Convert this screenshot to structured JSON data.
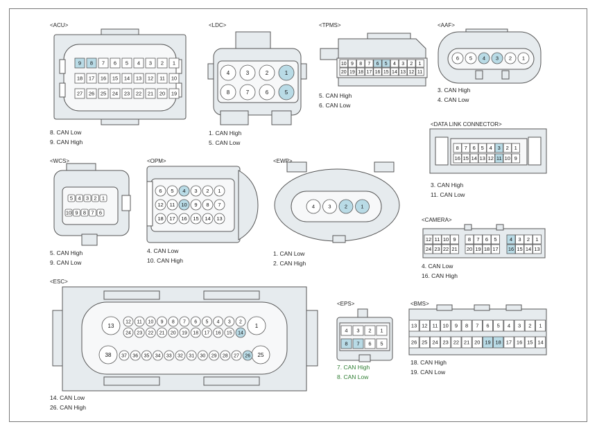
{
  "colors": {
    "highlight": "#b9dbe6",
    "body": "#e6ebee",
    "stroke": "#555555",
    "green_note": "#2e7d32"
  },
  "connectors": {
    "acu": {
      "title": "<ACU>",
      "notes": [
        "8. CAN Low",
        "9. CAN High"
      ],
      "rows": [
        [
          "9",
          "8",
          "7",
          "6",
          "5",
          "4",
          "3",
          "2",
          "1"
        ],
        [
          "18",
          "17",
          "16",
          "15",
          "14",
          "13",
          "12",
          "11",
          "10"
        ],
        [
          "27",
          "26",
          "25",
          "24",
          "23",
          "22",
          "21",
          "20",
          "19"
        ]
      ],
      "highlight": [
        "9",
        "8"
      ]
    },
    "ldc": {
      "title": "<LDC>",
      "notes": [
        "1. CAN High",
        "5. CAN Low"
      ],
      "rows": [
        [
          "4",
          "3",
          "2",
          "1"
        ],
        [
          "8",
          "7",
          "6",
          "5"
        ]
      ],
      "highlight": [
        "1",
        "5"
      ]
    },
    "tpms": {
      "title": "<TPMS>",
      "notes": [
        "5. CAN High",
        "6. CAN Low"
      ],
      "rows": [
        [
          "10",
          "9",
          "8",
          "7",
          "6",
          "5",
          "4",
          "3",
          "2",
          "1"
        ],
        [
          "20",
          "19",
          "18",
          "17",
          "16",
          "15",
          "14",
          "13",
          "12",
          "11"
        ]
      ],
      "highlight": [
        "6",
        "5"
      ]
    },
    "aaf": {
      "title": "<AAF>",
      "notes": [
        "3. CAN High",
        "4. CAN Low"
      ],
      "rows": [
        [
          "6",
          "5",
          "4",
          "3",
          "2",
          "1"
        ]
      ],
      "highlight": [
        "4",
        "3"
      ]
    },
    "dlc": {
      "title": "<DATA LINK CONNECTOR>",
      "notes": [
        "3. CAN High",
        "11. CAN Low"
      ],
      "rows": [
        [
          "8",
          "7",
          "6",
          "5",
          "4",
          "3",
          "2",
          "1"
        ],
        [
          "16",
          "15",
          "14",
          "13",
          "12",
          "11",
          "10",
          "9"
        ]
      ],
      "highlight": [
        "3",
        "11"
      ]
    },
    "wcs": {
      "title": "<WCS>",
      "notes": [
        "5. CAN High",
        "9. CAN Low"
      ],
      "rows": [
        [
          "5",
          "4",
          "3",
          "2",
          "1"
        ],
        [
          "10",
          "9",
          "8",
          "7",
          "6"
        ]
      ],
      "highlight": []
    },
    "opm": {
      "title": "<OPM>",
      "notes": [
        "4. CAN Low",
        "10. CAN High"
      ],
      "rows": [
        [
          "6",
          "5",
          "4",
          "3",
          "2",
          "1"
        ],
        [
          "12",
          "11",
          "10",
          "9",
          "8",
          "7"
        ],
        [
          "18",
          "17",
          "16",
          "15",
          "14",
          "13"
        ]
      ],
      "highlight": [
        "4",
        "10"
      ]
    },
    "ewp": {
      "title": "<EWP>",
      "notes": [
        "1. CAN Low",
        "2. CAN High"
      ],
      "rows": [
        [
          "4",
          "3",
          "2",
          "1"
        ]
      ],
      "highlight": [
        "2",
        "1"
      ]
    },
    "camera": {
      "title": "<CAMERA>",
      "notes": [
        "4. CAN Low",
        "16. CAN High"
      ],
      "groups": [
        [
          [
            "12",
            "11",
            "10",
            "9"
          ],
          [
            "24",
            "23",
            "22",
            "21"
          ]
        ],
        [
          [
            "8",
            "7",
            "6",
            "5"
          ],
          [
            "20",
            "19",
            "18",
            "17"
          ]
        ],
        [
          [
            "4",
            "3",
            "2",
            "1"
          ],
          [
            "16",
            "15",
            "14",
            "13"
          ]
        ]
      ],
      "highlight": [
        "4",
        "16"
      ]
    },
    "esc": {
      "title": "<ESC>",
      "notes": [
        "14. CAN Low",
        "26. CAN High"
      ],
      "big_pins": [
        "13",
        "1",
        "38",
        "25"
      ],
      "rows": [
        [
          "12",
          "11",
          "10",
          "9",
          "8",
          "7",
          "6",
          "5",
          "4",
          "3",
          "2"
        ],
        [
          "24",
          "23",
          "22",
          "21",
          "20",
          "19",
          "18",
          "17",
          "16",
          "15",
          "14"
        ],
        [
          "37",
          "36",
          "35",
          "34",
          "33",
          "32",
          "31",
          "30",
          "29",
          "28",
          "27",
          "26"
        ]
      ],
      "highlight": [
        "14",
        "26"
      ]
    },
    "eps": {
      "title": "<EPS>",
      "notes": [
        "7. CAN High",
        "8. CAN Low"
      ],
      "rows": [
        [
          "4",
          "3",
          "2",
          "1"
        ],
        [
          "8",
          "7",
          "6",
          "5"
        ]
      ],
      "highlight": [
        "8",
        "7"
      ]
    },
    "bms": {
      "title": "<BMS>",
      "notes": [
        "18. CAN High",
        "19. CAN Low"
      ],
      "rows": [
        [
          "13",
          "12",
          "11",
          "10",
          "9",
          "8",
          "7",
          "6",
          "5",
          "4",
          "3",
          "2",
          "1"
        ],
        [
          "26",
          "25",
          "24",
          "23",
          "22",
          "21",
          "20",
          "19",
          "18",
          "17",
          "16",
          "15",
          "14"
        ]
      ],
      "highlight": [
        "19",
        "18"
      ]
    }
  }
}
